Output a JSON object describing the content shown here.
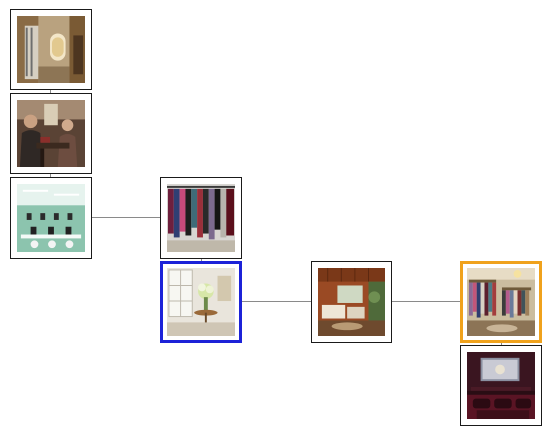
{
  "nodes": [
    {
      "id": "n1",
      "name": "thumbnail-bathroom-hallway",
      "scene": "bathroom",
      "selection": "none"
    },
    {
      "id": "n2",
      "name": "thumbnail-people-office",
      "scene": "people",
      "selection": "none"
    },
    {
      "id": "n3",
      "name": "thumbnail-computer-room",
      "scene": "computer-room",
      "selection": "none"
    },
    {
      "id": "n4",
      "name": "thumbnail-clothing-rack",
      "scene": "clothing-rack",
      "selection": "none"
    },
    {
      "id": "n5",
      "name": "thumbnail-flower-window-room",
      "scene": "window-room",
      "selection": "blue"
    },
    {
      "id": "n6",
      "name": "thumbnail-living-room",
      "scene": "living-room",
      "selection": "none"
    },
    {
      "id": "n7",
      "name": "thumbnail-walk-in-closet",
      "scene": "closet",
      "selection": "orange"
    },
    {
      "id": "n8",
      "name": "thumbnail-home-theater",
      "scene": "theater",
      "selection": "none"
    }
  ],
  "edges": [
    [
      "n1",
      "n2"
    ],
    [
      "n2",
      "n3"
    ],
    [
      "n3",
      "n4"
    ],
    [
      "n4",
      "n5"
    ],
    [
      "n5",
      "n6"
    ],
    [
      "n6",
      "n7"
    ],
    [
      "n7",
      "n8"
    ]
  ],
  "colors": {
    "connector": "#8a8a8a",
    "node_border": "#1a1a1a",
    "selected_blue": "#1c22d8",
    "selected_orange": "#f0a21c",
    "background": "#ffffff"
  }
}
